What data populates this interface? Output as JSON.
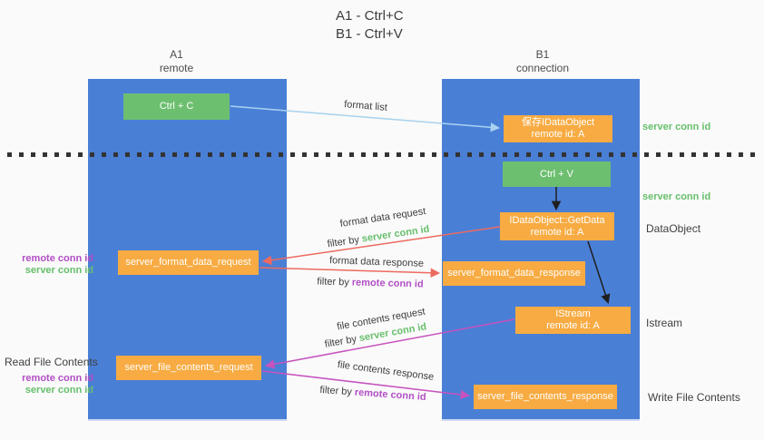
{
  "title": {
    "line1": "A1 - Ctrl+C",
    "line2": "B1 - Ctrl+V"
  },
  "columns": {
    "a1": {
      "name": "A1",
      "subtitle": "remote"
    },
    "b1": {
      "name": "B1",
      "subtitle": "connection"
    }
  },
  "nodes": {
    "ctrl_c": {
      "label": "Ctrl + C"
    },
    "save_idataobject": {
      "line1": "保存IDataObject",
      "line2": "remote id: A"
    },
    "ctrl_v": {
      "label": "Ctrl + V"
    },
    "getdata": {
      "line1": "IDataObject::GetData",
      "line2": "remote id: A"
    },
    "format_request": {
      "label": "server_format_data_request"
    },
    "format_response": {
      "label": "server_format_data_response"
    },
    "istream": {
      "line1": "IStream",
      "line2": "remote id: A"
    },
    "file_request": {
      "label": "server_file_contents_request"
    },
    "file_response": {
      "label": "server_file_contents_response"
    }
  },
  "side_labels": {
    "server_conn_id_top": "server conn id",
    "server_conn_id_mid": "server conn id",
    "dataobject": "DataObject",
    "istream": "Istream",
    "write_file": "Write File Contents",
    "read_file": "Read File Contents",
    "left_format": {
      "remote": "remote conn id",
      "server": "server conn id"
    },
    "left_file": {
      "remote": "remote conn id",
      "server": "server conn id"
    }
  },
  "arrow_labels": {
    "format_list": "format list",
    "format_data_request": "format data request",
    "format_data_request_filter": {
      "prefix": "filter by ",
      "key": "server conn id"
    },
    "format_data_response": "format data response",
    "format_data_response_filter": {
      "prefix": "filter by ",
      "key": "remote conn id"
    },
    "file_contents_request": "file contents request",
    "file_contents_request_filter": {
      "prefix": "filter by ",
      "key": "server conn id"
    },
    "file_contents_response": "file contents response",
    "file_contents_response_filter": {
      "prefix": "filter by ",
      "key": "remote conn id"
    }
  },
  "colors": {
    "column_blue": "#4a7fd6",
    "box_green": "#6dbf70",
    "box_orange": "#f7ab42",
    "text_green": "#67bf6c",
    "text_purple": "#b14fc4",
    "arrow_red": "#ed6a5f",
    "arrow_magenta": "#c653be",
    "arrow_lightblue": "#a8d2f0",
    "arrow_black": "#1f1f1f",
    "text_dark": "#3d3d3d"
  }
}
